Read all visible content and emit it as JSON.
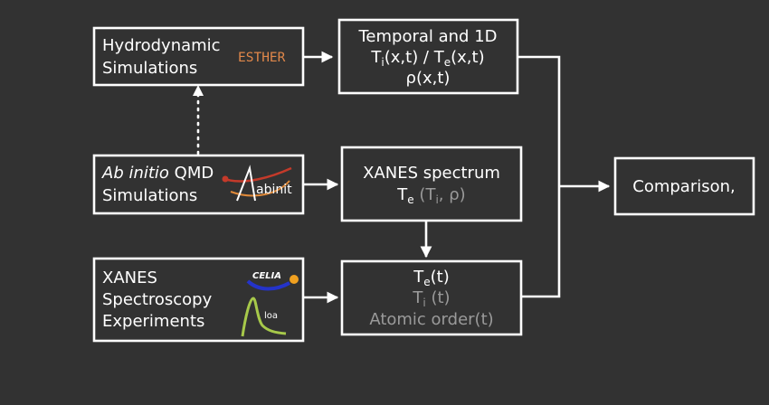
{
  "nodes": {
    "hydro": {
      "line1": "Hydrodynamic",
      "line2": "Simulations",
      "logo": "ESTHER"
    },
    "qmd": {
      "line1_italic": "Ab initio",
      "line1_rest": " QMD",
      "line2": "Simulations",
      "logo": "abinit"
    },
    "xanes_exp": {
      "line1": "XANES",
      "line2": "Spectroscopy",
      "line3": "Experiments",
      "logo_celia": "CELIA",
      "logo_loa": "loa"
    },
    "temporal": {
      "line1": "Temporal and 1D",
      "t": "T",
      "i_sub": "i",
      "xt1": "(x,t) / ",
      "e_sub": "e",
      "xt2": "(x,t)",
      "line3": "ρ(x,t)"
    },
    "spectrum": {
      "line1": "XANES spectrum",
      "t": "T",
      "e_sub": "e",
      "paren_open": "(T",
      "i_sub": "i",
      "paren_close": ", ρ)"
    },
    "timeseries": {
      "t1": "T",
      "e_sub": "e",
      "t1_rest": "(t)",
      "t2": "T",
      "i_sub": "i",
      "t2_rest": " (t)",
      "line3": "Atomic order(t)"
    },
    "comparison": {
      "label": "Comparison,"
    }
  },
  "colors": {
    "background": "#323232",
    "foreground": "#ffffff",
    "muted": "#9a9a9a",
    "esther": "#e0874a",
    "celia_blue": "#2433c9",
    "celia_orange": "#f0a020",
    "loa_green": "#a7c94a",
    "abinit_red": "#c43a2a",
    "abinit_orange": "#e08a3a"
  }
}
